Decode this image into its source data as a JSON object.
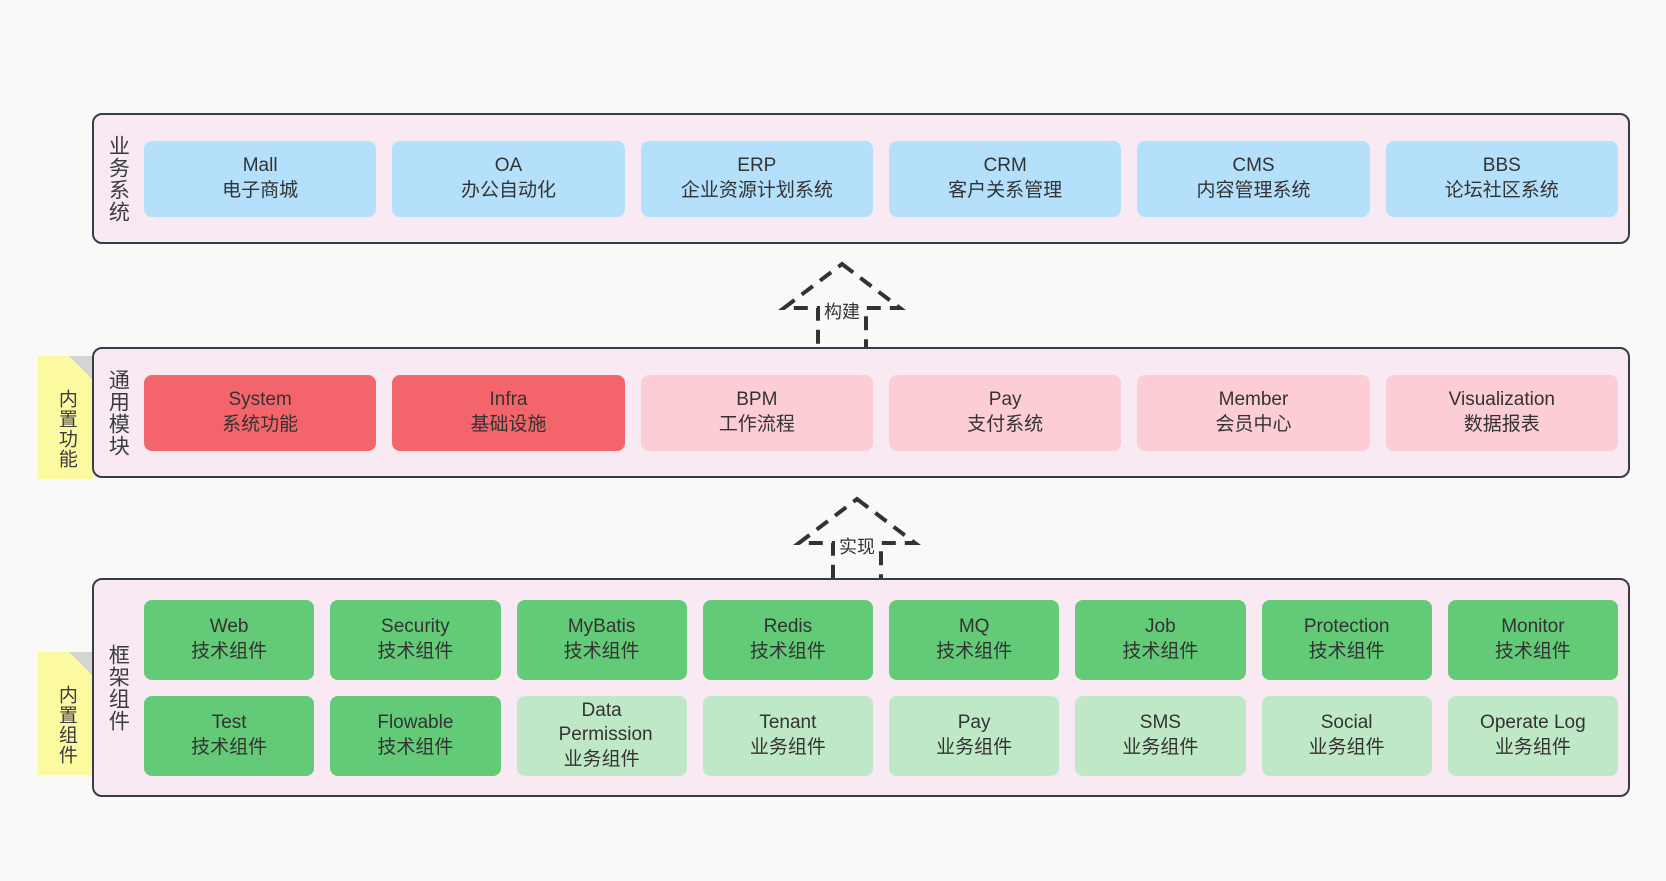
{
  "diagram": {
    "title_visible": false,
    "colors": {
      "layer_bg": "#f8e9f3",
      "layer_border": "#3b3b45",
      "business_box": "#b5e0fb",
      "module_core_box": "#f4656b",
      "module_box": "#fccdd4",
      "tech_component_box": "#63ca77",
      "biz_component_box": "#bfe8c6",
      "sticky_note": "#fcfaa0",
      "canvas_bg": "#f9f9f8"
    }
  },
  "layers": [
    {
      "id": "business",
      "vertical_label": "业务系统",
      "rows": [
        [
          {
            "name": "Mall",
            "desc": "电子商城",
            "color": "blue"
          },
          {
            "name": "OA",
            "desc": "办公自动化",
            "color": "blue"
          },
          {
            "name": "ERP",
            "desc": "企业资源计划系统",
            "color": "blue"
          },
          {
            "name": "CRM",
            "desc": "客户关系管理",
            "color": "blue"
          },
          {
            "name": "CMS",
            "desc": "内容管理系统",
            "color": "blue"
          },
          {
            "name": "BBS",
            "desc": "论坛社区系统",
            "color": "blue"
          }
        ]
      ]
    },
    {
      "id": "modules",
      "vertical_label": "通用模块",
      "sticky": "内置功能",
      "rows": [
        [
          {
            "name": "System",
            "desc": "系统功能",
            "color": "red"
          },
          {
            "name": "Infra",
            "desc": "基础设施",
            "color": "red"
          },
          {
            "name": "BPM",
            "desc": "工作流程",
            "color": "pink"
          },
          {
            "name": "Pay",
            "desc": "支付系统",
            "color": "pink"
          },
          {
            "name": "Member",
            "desc": "会员中心",
            "color": "pink"
          },
          {
            "name": "Visualization",
            "desc": "数据报表",
            "color": "pink"
          }
        ]
      ]
    },
    {
      "id": "framework",
      "vertical_label": "框架组件",
      "sticky": "内置组件",
      "rows": [
        [
          {
            "name": "Web",
            "desc": "技术组件",
            "color": "green"
          },
          {
            "name": "Security",
            "desc": "技术组件",
            "color": "green"
          },
          {
            "name": "MyBatis",
            "desc": "技术组件",
            "color": "green"
          },
          {
            "name": "Redis",
            "desc": "技术组件",
            "color": "green"
          },
          {
            "name": "MQ",
            "desc": "技术组件",
            "color": "green"
          },
          {
            "name": "Job",
            "desc": "技术组件",
            "color": "green"
          },
          {
            "name": "Protection",
            "desc": "技术组件",
            "color": "green"
          },
          {
            "name": "Monitor",
            "desc": "技术组件",
            "color": "green"
          }
        ],
        [
          {
            "name": "Test",
            "desc": "技术组件",
            "color": "green"
          },
          {
            "name": "Flowable",
            "desc": "技术组件",
            "color": "green"
          },
          {
            "name": "Data Permission",
            "desc": "业务组件",
            "color": "lgreen"
          },
          {
            "name": "Tenant",
            "desc": "业务组件",
            "color": "lgreen"
          },
          {
            "name": "Pay",
            "desc": "业务组件",
            "color": "lgreen"
          },
          {
            "name": "SMS",
            "desc": "业务组件",
            "color": "lgreen"
          },
          {
            "name": "Social",
            "desc": "业务组件",
            "color": "lgreen"
          },
          {
            "name": "Operate Log",
            "desc": "业务组件",
            "color": "lgreen"
          }
        ]
      ]
    }
  ],
  "connectors": [
    {
      "id": "build",
      "label": "构建",
      "from": "modules",
      "to": "business"
    },
    {
      "id": "implement",
      "label": "实现",
      "from": "framework",
      "to": "modules"
    }
  ]
}
